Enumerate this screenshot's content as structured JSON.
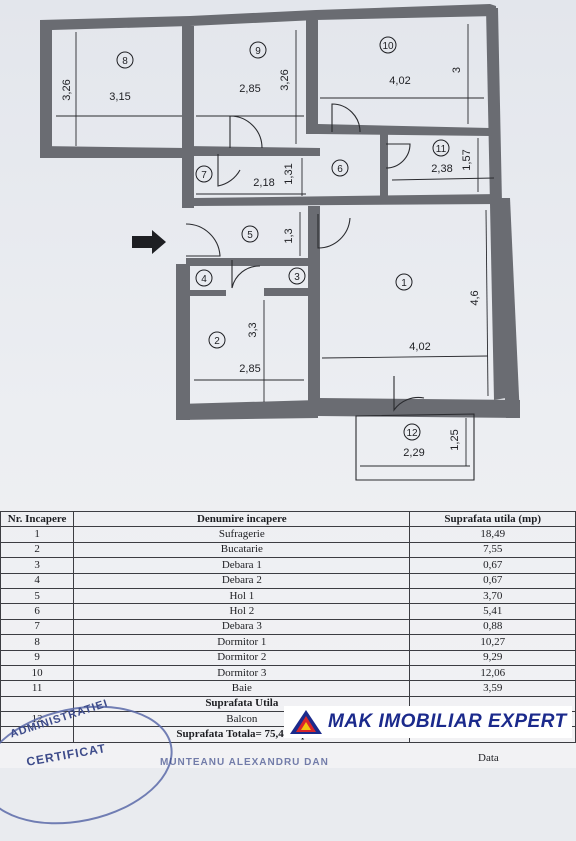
{
  "plan": {
    "rooms": [
      {
        "no": "1",
        "w": "4,02",
        "h": "4,6"
      },
      {
        "no": "2",
        "w": "2,85",
        "h": "3,3"
      },
      {
        "no": "3"
      },
      {
        "no": "4"
      },
      {
        "no": "5",
        "h": "1,3"
      },
      {
        "no": "6",
        "h": "1,31"
      },
      {
        "no": "7",
        "w": "2,18"
      },
      {
        "no": "8",
        "w": "3,15",
        "h": "3,26"
      },
      {
        "no": "9",
        "w": "2,85",
        "h": "3,26"
      },
      {
        "no": "10",
        "w": "4,02",
        "h": "3"
      },
      {
        "no": "11",
        "w": "2,38",
        "h": "1,57"
      },
      {
        "no": "12",
        "w": "2,29",
        "h": "1,25"
      }
    ]
  },
  "table": {
    "headers": [
      "Nr. Incapere",
      "Denumire incapere",
      "Suprafata utila (mp)"
    ],
    "rows": [
      [
        "1",
        "Sufragerie",
        "18,49"
      ],
      [
        "2",
        "Bucatarie",
        "7,55"
      ],
      [
        "3",
        "Debara 1",
        "0,67"
      ],
      [
        "4",
        "Debara 2",
        "0,67"
      ],
      [
        "5",
        "Hol 1",
        "3,70"
      ],
      [
        "6",
        "Hol 2",
        "5,41"
      ],
      [
        "7",
        "Debara 3",
        "0,88"
      ],
      [
        "8",
        "Dormitor 1",
        "10,27"
      ],
      [
        "9",
        "Dormitor 2",
        "9,29"
      ],
      [
        "10",
        "Dormitor 3",
        "12,06"
      ],
      [
        "11",
        "Baie",
        "3,59"
      ]
    ],
    "utila_label": "Suprafata Utila",
    "balcon_row": [
      "12",
      "Balcon",
      ""
    ],
    "totala_label": "Suprafata Totala= 75,44 mp"
  },
  "stamp": {
    "line1": "ADMINISTRATIEI",
    "line2": "CERTIFICAT",
    "line3": "MUNTEANU ALEXANDRU DAN"
  },
  "logo": {
    "text": "MAK IMOBILIAR EXPERT",
    "colors": {
      "red": "#d8262b",
      "blue": "#1b2a8c",
      "yellow": "#f2c40f"
    }
  },
  "date_label": "Data"
}
